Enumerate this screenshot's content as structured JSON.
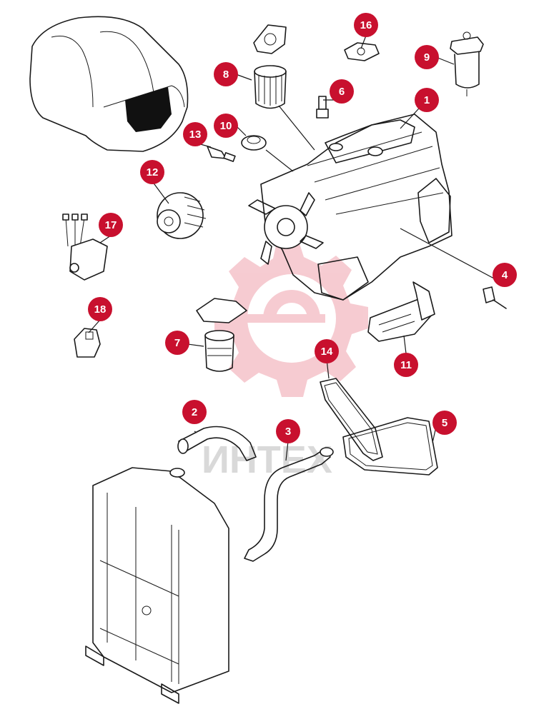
{
  "watermark": {
    "text": "ИНТЕХ",
    "color": "#f2b5bd"
  },
  "callout_color": "#c8102e",
  "callouts": [
    {
      "id": "1",
      "label": "1"
    },
    {
      "id": "2",
      "label": "2"
    },
    {
      "id": "3",
      "label": "3"
    },
    {
      "id": "4",
      "label": "4"
    },
    {
      "id": "5",
      "label": "5"
    },
    {
      "id": "6",
      "label": "6"
    },
    {
      "id": "7",
      "label": "7"
    },
    {
      "id": "8",
      "label": "8"
    },
    {
      "id": "9",
      "label": "9"
    },
    {
      "id": "10",
      "label": "10"
    },
    {
      "id": "11",
      "label": "11"
    },
    {
      "id": "12",
      "label": "12"
    },
    {
      "id": "13",
      "label": "13"
    },
    {
      "id": "14",
      "label": "14"
    },
    {
      "id": "16",
      "label": "16"
    },
    {
      "id": "17",
      "label": "17"
    },
    {
      "id": "18",
      "label": "18"
    }
  ]
}
